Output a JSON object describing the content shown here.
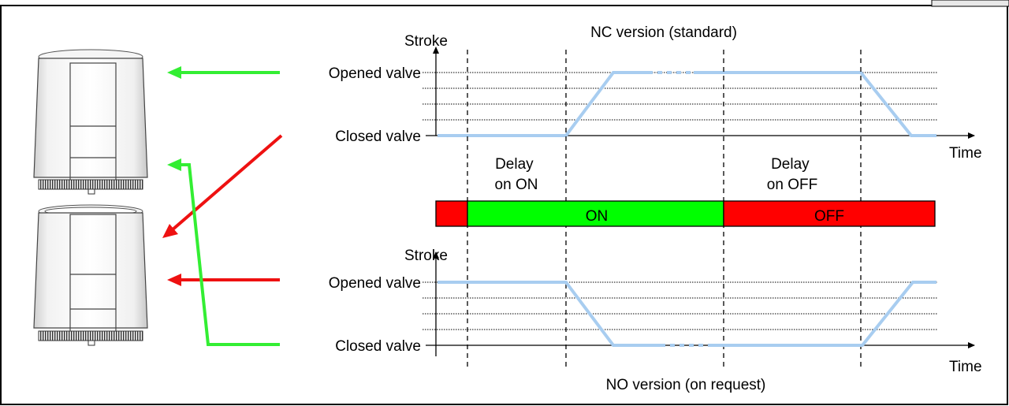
{
  "top_chart": {
    "title": "NC version (standard)",
    "y_axis_label": "Stroke",
    "x_axis_label": "Time",
    "opened_label": "Opened valve",
    "closed_label": "Closed valve"
  },
  "bottom_chart": {
    "title": "NO version (on request)",
    "y_axis_label": "Stroke",
    "x_axis_label": "Time",
    "opened_label": "Opened valve",
    "closed_label": "Closed valve"
  },
  "delay_on_label": [
    "Delay",
    "on ON"
  ],
  "delay_off_label": [
    "Delay",
    "on OFF"
  ],
  "state_bar": {
    "on_label": "ON",
    "off_label": "OFF"
  },
  "colors": {
    "stroke_line": "#a8cdf0",
    "on": "#00ff00",
    "off": "#ff0000",
    "arrow_green": "#33ee33",
    "arrow_red": "#ee1111"
  },
  "icons": [
    "actuator-nc-icon",
    "actuator-no-icon"
  ]
}
